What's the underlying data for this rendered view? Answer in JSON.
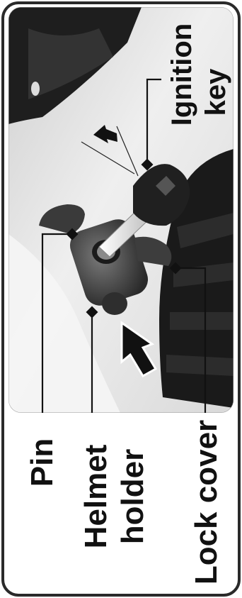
{
  "labels": {
    "ignition_key_line1": "Ignition",
    "ignition_key_line2": "key",
    "pin": "Pin",
    "helmet_holder_line1": "Helmet",
    "helmet_holder_line2": "holder",
    "lock_cover": "Lock cover"
  },
  "colors": {
    "frame": "#2a2a2a",
    "panel_light": "#e6e6e6",
    "panel_dark": "#1c1c1c",
    "ink": "#111111"
  },
  "icons": {
    "direction_arrow": "arrow-icon",
    "rotation_arrow": "rotate-arrow-icon"
  }
}
